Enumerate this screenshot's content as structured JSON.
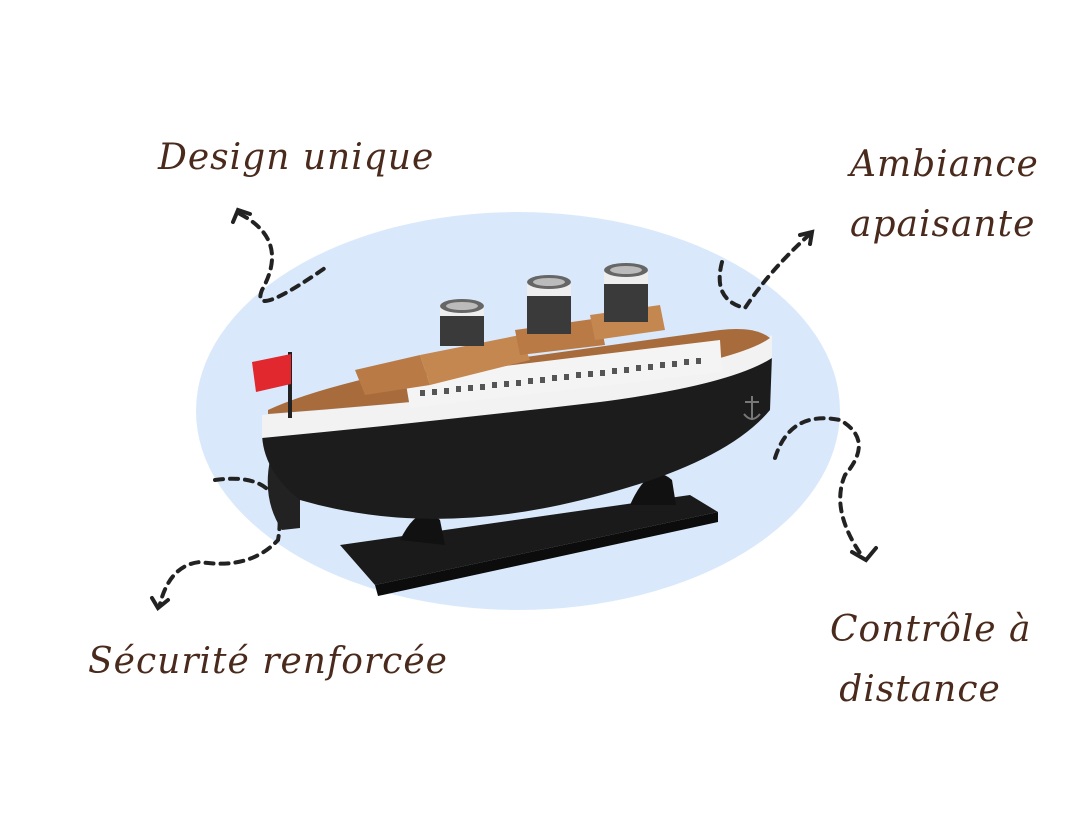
{
  "features": {
    "design": "Design unique",
    "ambiance_line1": "Ambiance",
    "ambiance_line2": "apaisante",
    "securite": "Sécurité renforcée",
    "controle_line1": "Contrôle à",
    "controle_line2": "distance"
  },
  "colors": {
    "text": "#4a2a1c",
    "background_blob": "#d9e9fb",
    "hull": "#1c1c1c",
    "deck": "#a86b3c",
    "flag": "#e0282e"
  },
  "icons": [
    "ship-model-image",
    "dashed-arrow-icon",
    "anchor-icon",
    "flag-icon"
  ]
}
